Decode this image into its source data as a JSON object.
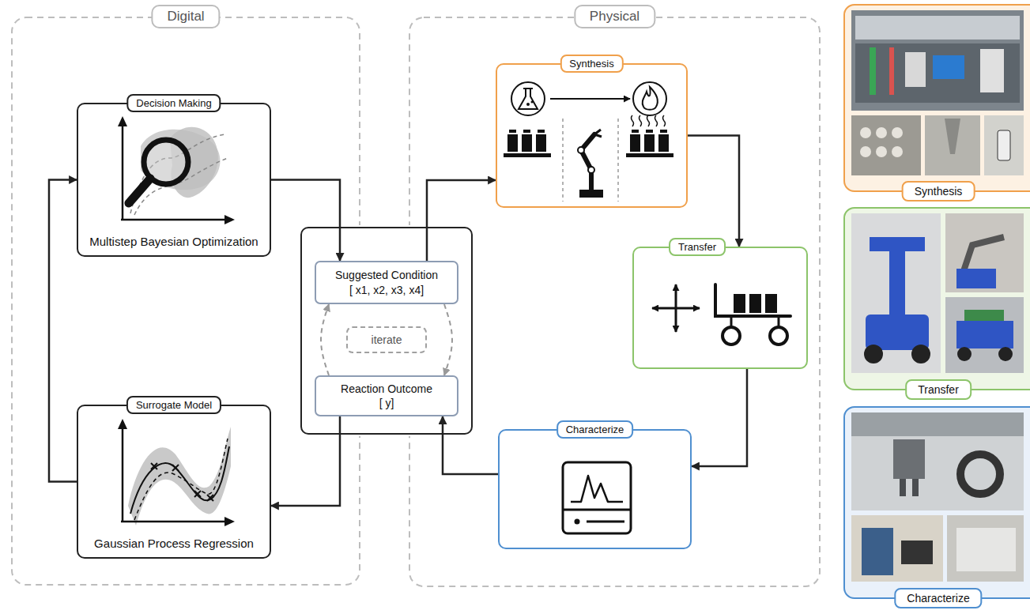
{
  "diagram": {
    "nodes": [
      {
        "text": [
          "Digital"
        ]
      },
      {
        "text": [
          "Decision Making",
          "Multistep Bayesian Optimization"
        ],
        "in": 0
      },
      {
        "text": [
          "Surrogate Model",
          "Gaussian Process Regression"
        ],
        "in": 0
      },
      {
        "text": []
      },
      {
        "text": [
          "Suggested Condition",
          "[ x1, x2, x3, x4]"
        ],
        "in": 3
      },
      {
        "text": [
          "iterate"
        ],
        "in": 3
      },
      {
        "text": [
          "Reaction Outcome",
          "[ y]"
        ],
        "in": 3
      },
      {
        "text": [
          "Physical"
        ]
      },
      {
        "text": [
          "Synthesis"
        ],
        "in": 7
      },
      {
        "text": [
          "Transfer"
        ],
        "in": 7
      },
      {
        "text": [
          "Characterize"
        ],
        "in": 7
      },
      {
        "text": [
          "Synthesis"
        ]
      },
      {
        "text": [
          "Transfer"
        ]
      },
      {
        "text": [
          "Characterize"
        ]
      }
    ],
    "edges": [
      {
        "from": 2,
        "to": 1,
        "arrow": "to"
      },
      {
        "from": 1,
        "to": 4,
        "arrow": "to"
      },
      {
        "from": 6,
        "to": 2,
        "arrow": "to"
      },
      {
        "from": 4,
        "to": 6,
        "arrow": "to"
      },
      {
        "from": 6,
        "to": 4,
        "arrow": "to"
      },
      {
        "from": 4,
        "to": 8,
        "arrow": "to"
      },
      {
        "from": 8,
        "to": 9,
        "arrow": "to"
      },
      {
        "from": 9,
        "to": 10,
        "arrow": "to"
      },
      {
        "from": 10,
        "to": 6,
        "arrow": "to"
      }
    ]
  }
}
